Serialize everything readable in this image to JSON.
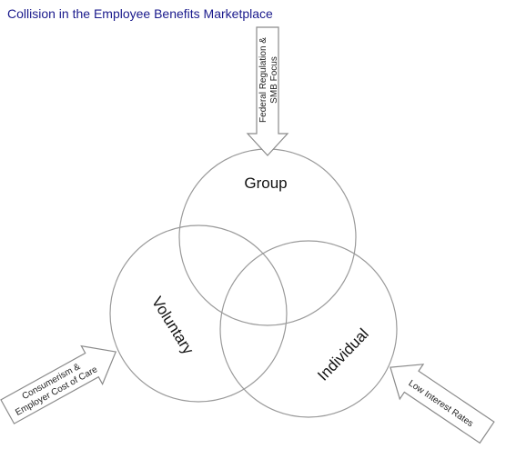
{
  "diagram": {
    "title": "Collision in the Employee Benefits Marketplace",
    "circles": {
      "group": "Group",
      "voluntary": "Voluntary",
      "individual": "Individual"
    },
    "arrows": {
      "top": {
        "line1": "Federal Regulation &",
        "line2": "SMB Focus"
      },
      "left": {
        "line1": "Consumerism &",
        "line2": "Employer Cost of Care"
      },
      "right": {
        "line1": "Low Interest Rates"
      }
    }
  }
}
